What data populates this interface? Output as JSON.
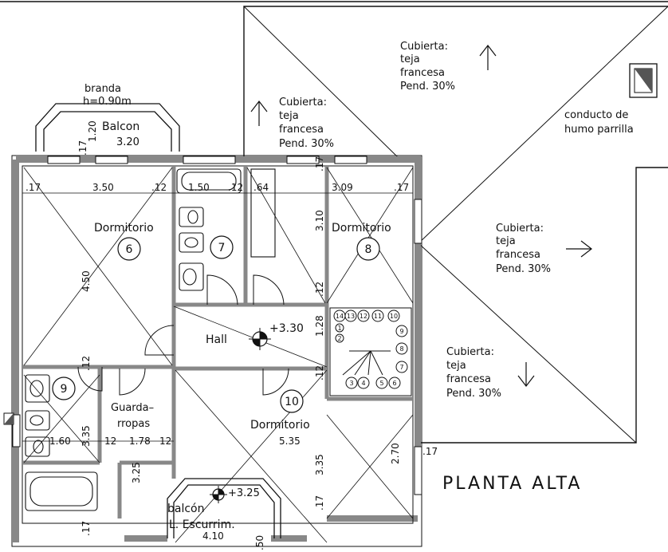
{
  "colors": {
    "wall": "#888888",
    "line": "#111111",
    "background": "#ffffff"
  },
  "title": "PLANTA ALTA",
  "labels": {
    "branda": "branda",
    "branda_height": "h=0.90m",
    "balcon": "Balcon",
    "balcon_w": "3.20",
    "hall": "Hall",
    "level_hall": "+3.30",
    "level_balcon": "+3.25",
    "balcon2": "balcón",
    "escurrim": "L. Escurrim.",
    "guarda1": "Guarda–",
    "guarda2": "rropas",
    "conducto1": "conducto de",
    "conducto2": "humo parrilla"
  },
  "rooms": {
    "d6": {
      "name": "Dormitorio",
      "number": "6"
    },
    "b7": {
      "number": "7"
    },
    "d8": {
      "name": "Dormitorio",
      "number": "8"
    },
    "b9": {
      "number": "9"
    },
    "d10": {
      "name": "Dormitorio",
      "number": "10"
    }
  },
  "roof": {
    "line1": "Cubierta:",
    "line2": "teja",
    "line3": "francesa",
    "line4": "Pend. 30%"
  },
  "stairs": [
    "1",
    "2",
    "3",
    "4",
    "5",
    "6",
    "7",
    "8",
    "9",
    "10",
    "11",
    "12",
    "13",
    "14"
  ],
  "dims": {
    "d017a": ".17",
    "d350": "3.50",
    "d012a": ".12",
    "d150": "1.50",
    "d012b": ".12",
    "d064": ".64",
    "d309": "3.09",
    "d017b": ".17",
    "d017v": ".17",
    "d120": "1.20",
    "d017c": ".17",
    "d450": "4.50",
    "d310": "3.10",
    "d012v": ".12",
    "d128": "1.28",
    "d012h": ".12",
    "d012i": ".12",
    "d335a": "3.35",
    "d160": "1.60",
    "d012c": "12",
    "d178": "1.78",
    "d012d": "12",
    "d535": "5.35",
    "d325": "3.25",
    "d335b": "3.35",
    "d270": "2.70",
    "d017e": ".17",
    "d017f": ".17",
    "d017g": ".17",
    "d410": "4.10",
    "d050": ".50"
  }
}
